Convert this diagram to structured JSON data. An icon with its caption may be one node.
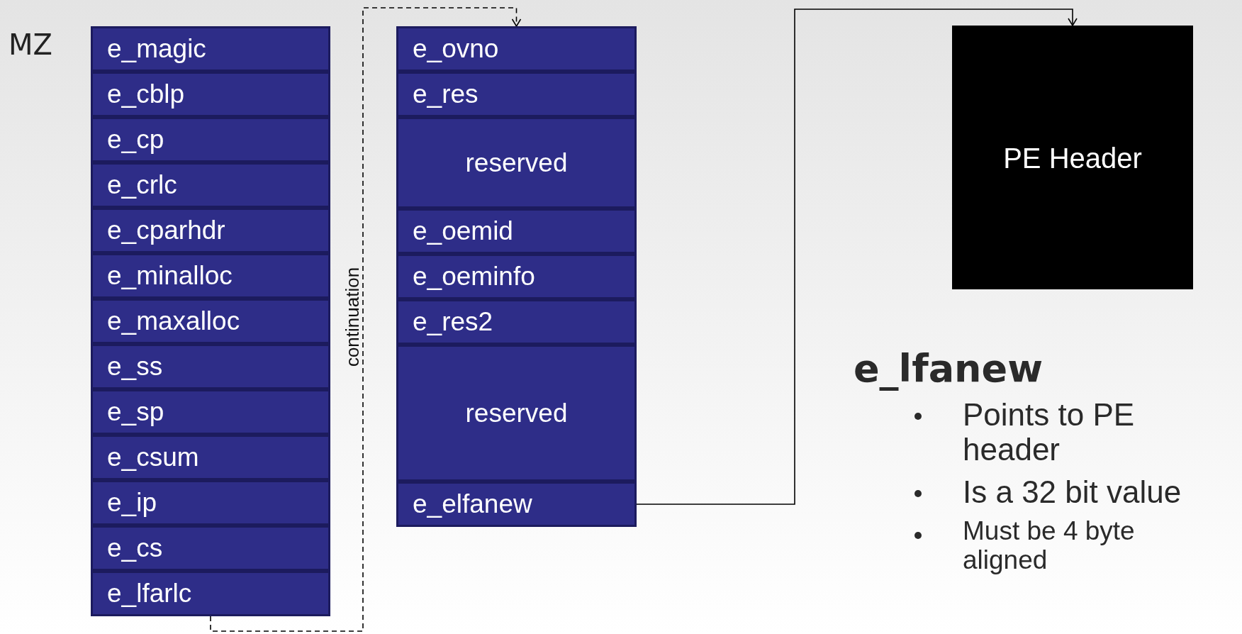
{
  "diagram": {
    "nodes": [
      {
        "text": [
          "e_magic"
        ]
      },
      {
        "text": [
          "e_cblp"
        ]
      },
      {
        "text": [
          "e_cp"
        ]
      },
      {
        "text": [
          "e_crlc"
        ]
      },
      {
        "text": [
          "e_cparhdr"
        ]
      },
      {
        "text": [
          "e_minalloc"
        ]
      },
      {
        "text": [
          "e_maxalloc"
        ]
      },
      {
        "text": [
          "e_ss"
        ]
      },
      {
        "text": [
          "e_sp"
        ]
      },
      {
        "text": [
          "e_csum"
        ]
      },
      {
        "text": [
          "e_ip"
        ]
      },
      {
        "text": [
          "e_cs"
        ]
      },
      {
        "text": [
          "e_lfarlc"
        ]
      },
      {
        "text": [
          "e_ovno"
        ]
      },
      {
        "text": [
          "e_res"
        ]
      },
      {
        "text": [
          "reserved"
        ]
      },
      {
        "text": [
          "e_oemid"
        ]
      },
      {
        "text": [
          "e_oeminfo"
        ]
      },
      {
        "text": [
          "e_res2"
        ]
      },
      {
        "text": [
          "reserved"
        ]
      },
      {
        "text": [
          "e_elfanew"
        ]
      },
      {
        "text": [
          "PE Header"
        ]
      }
    ],
    "edges": [
      {
        "from": 12,
        "to": 13,
        "arrow": "to",
        "style": "dashed",
        "label": "continuation"
      },
      {
        "from": 20,
        "to": 21,
        "arrow": "to"
      }
    ],
    "labels": [
      "MZ",
      "e_lfanew",
      "Points to PE header",
      "Is a 32 bit value",
      "Must be 4 byte aligned"
    ]
  }
}
